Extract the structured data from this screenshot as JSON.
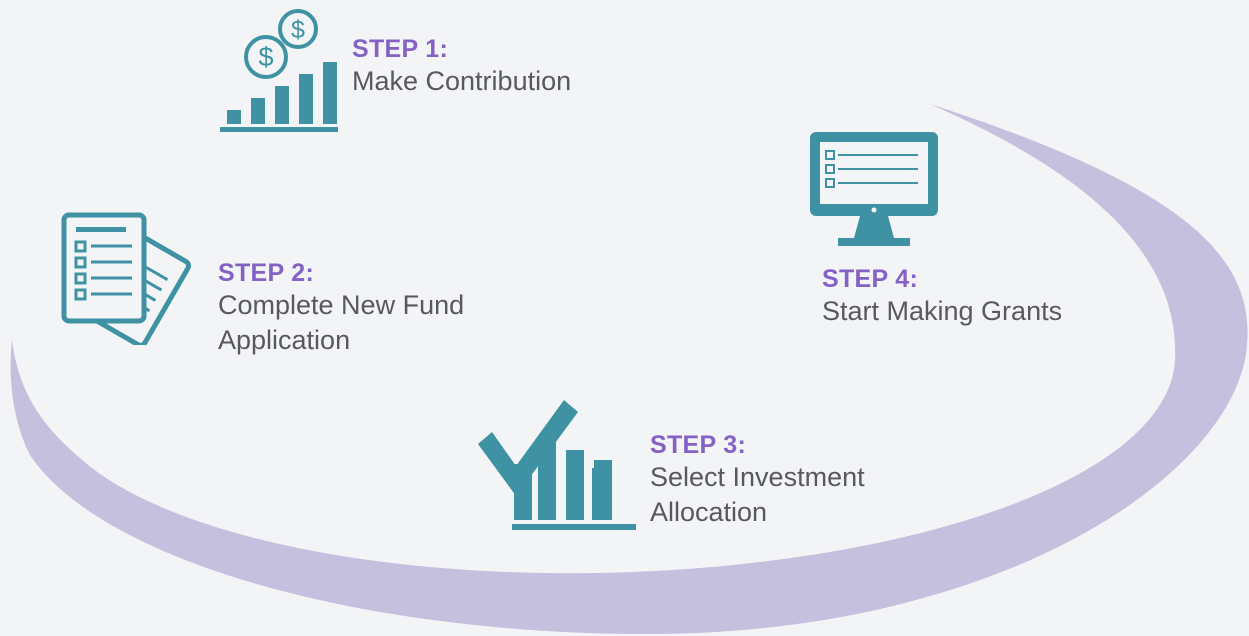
{
  "colors": {
    "background": "#f3f4f6",
    "swoosh": "#c6c0df",
    "step_title": "#8461c4",
    "icon_teal": "#3f92a3",
    "body_text": "#58595b"
  },
  "steps": [
    {
      "title": "STEP 1:",
      "description": "Make Contribution",
      "icon": "money-growth-icon"
    },
    {
      "title": "STEP 2:",
      "description": "Complete New Fund Application",
      "icon": "application-documents-icon"
    },
    {
      "title": "STEP 3:",
      "description": "Select Investment Allocation",
      "icon": "checkmark-chart-icon"
    },
    {
      "title": "STEP 4:",
      "description": "Start Making Grants",
      "icon": "computer-monitor-icon"
    }
  ]
}
